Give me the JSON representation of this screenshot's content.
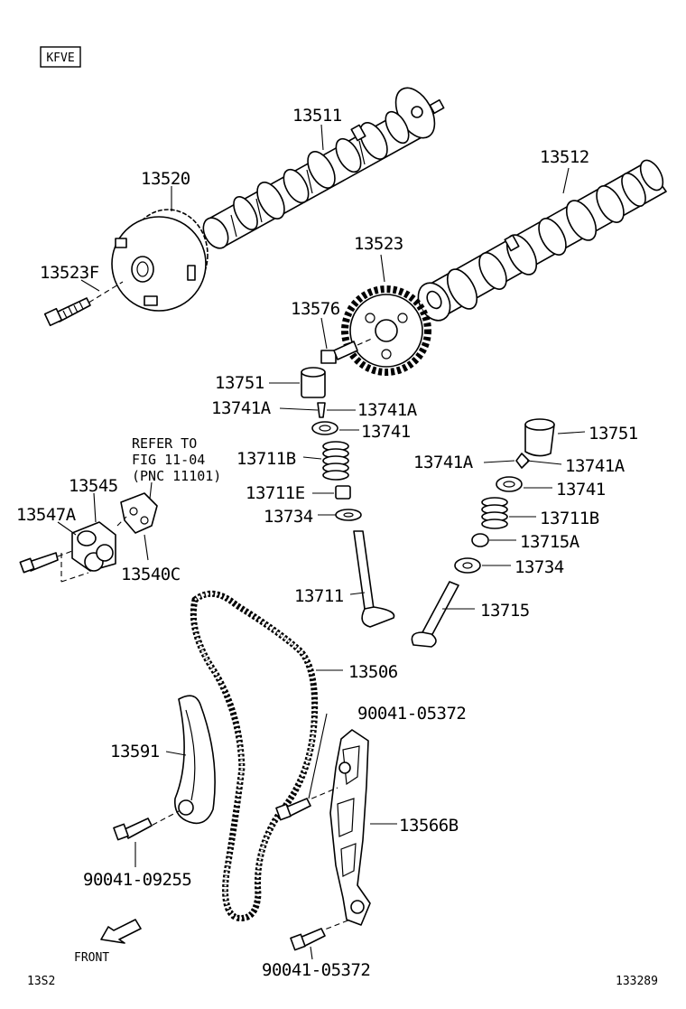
{
  "engine_code": "KFVE",
  "labels": {
    "p13511": "13511",
    "p13512": "13512",
    "p13520": "13520",
    "p13523F": "13523F",
    "p13523": "13523",
    "p13576": "13576",
    "p13751_a": "13751",
    "p13741A_a1": "13741A",
    "p13741A_a2": "13741A",
    "p13741_a": "13741",
    "p13711B_a": "13711B",
    "p13711E": "13711E",
    "p13734_a": "13734",
    "p13711": "13711",
    "p13751_b": "13751",
    "p13741A_b1": "13741A",
    "p13741A_b2": "13741A",
    "p13741_b": "13741",
    "p13711B_b": "13711B",
    "p13715A": "13715A",
    "p13734_b": "13734",
    "p13715": "13715",
    "p13545": "13545",
    "p13547A": "13547A",
    "p13540C": "13540C",
    "p13506": "13506",
    "p13591": "13591",
    "p90041_05372_a": "90041-05372",
    "p13566B": "13566B",
    "p90041_09255": "90041-09255",
    "p90041_05372_b": "90041-05372"
  },
  "refer_note": {
    "line1": "REFER TO",
    "line2": "FIG 11-04",
    "line3": "(PNC 11101)"
  },
  "front_label": "FRONT",
  "footer": {
    "left_code": "13S2",
    "right_code": "133289"
  }
}
